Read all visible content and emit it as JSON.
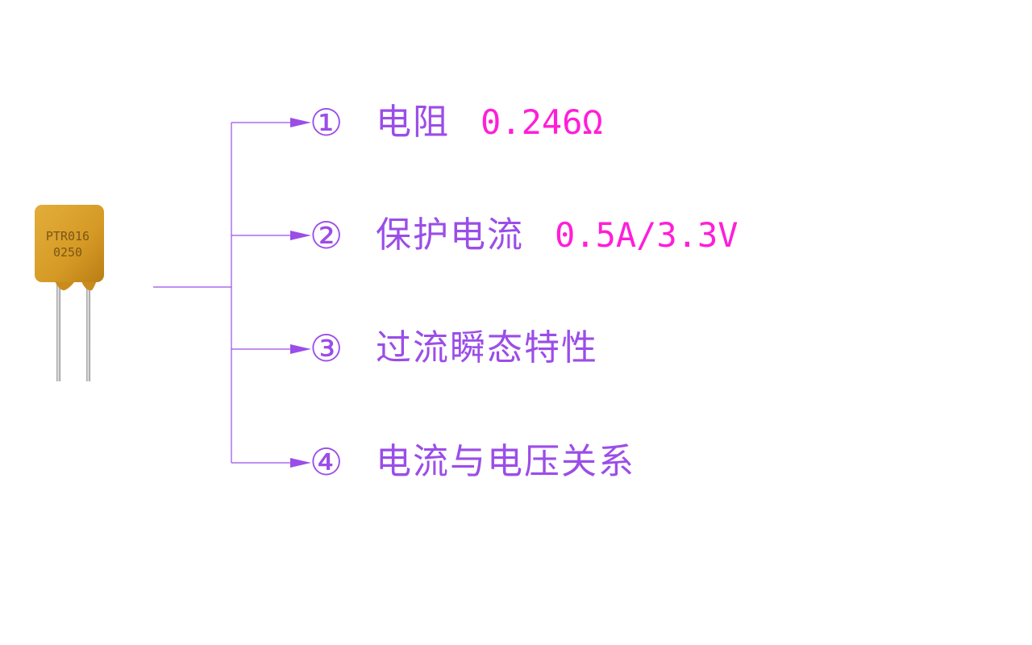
{
  "component": {
    "marking_line1": "PTR016",
    "marking_line2": "0250",
    "body_color": "#d9a02a",
    "lead_color": "#b8b8b8"
  },
  "colors": {
    "connector": "#9b4de8",
    "label": "#9b4de8",
    "value": "#ff1ed8"
  },
  "items": [
    {
      "number": "①",
      "label": "电阻",
      "value": "0.246Ω"
    },
    {
      "number": "②",
      "label": "保护电流",
      "value": "0.5A/3.3V"
    },
    {
      "number": "③",
      "label": "过流瞬态特性",
      "value": ""
    },
    {
      "number": "④",
      "label": "电流与电压关系",
      "value": ""
    }
  ]
}
